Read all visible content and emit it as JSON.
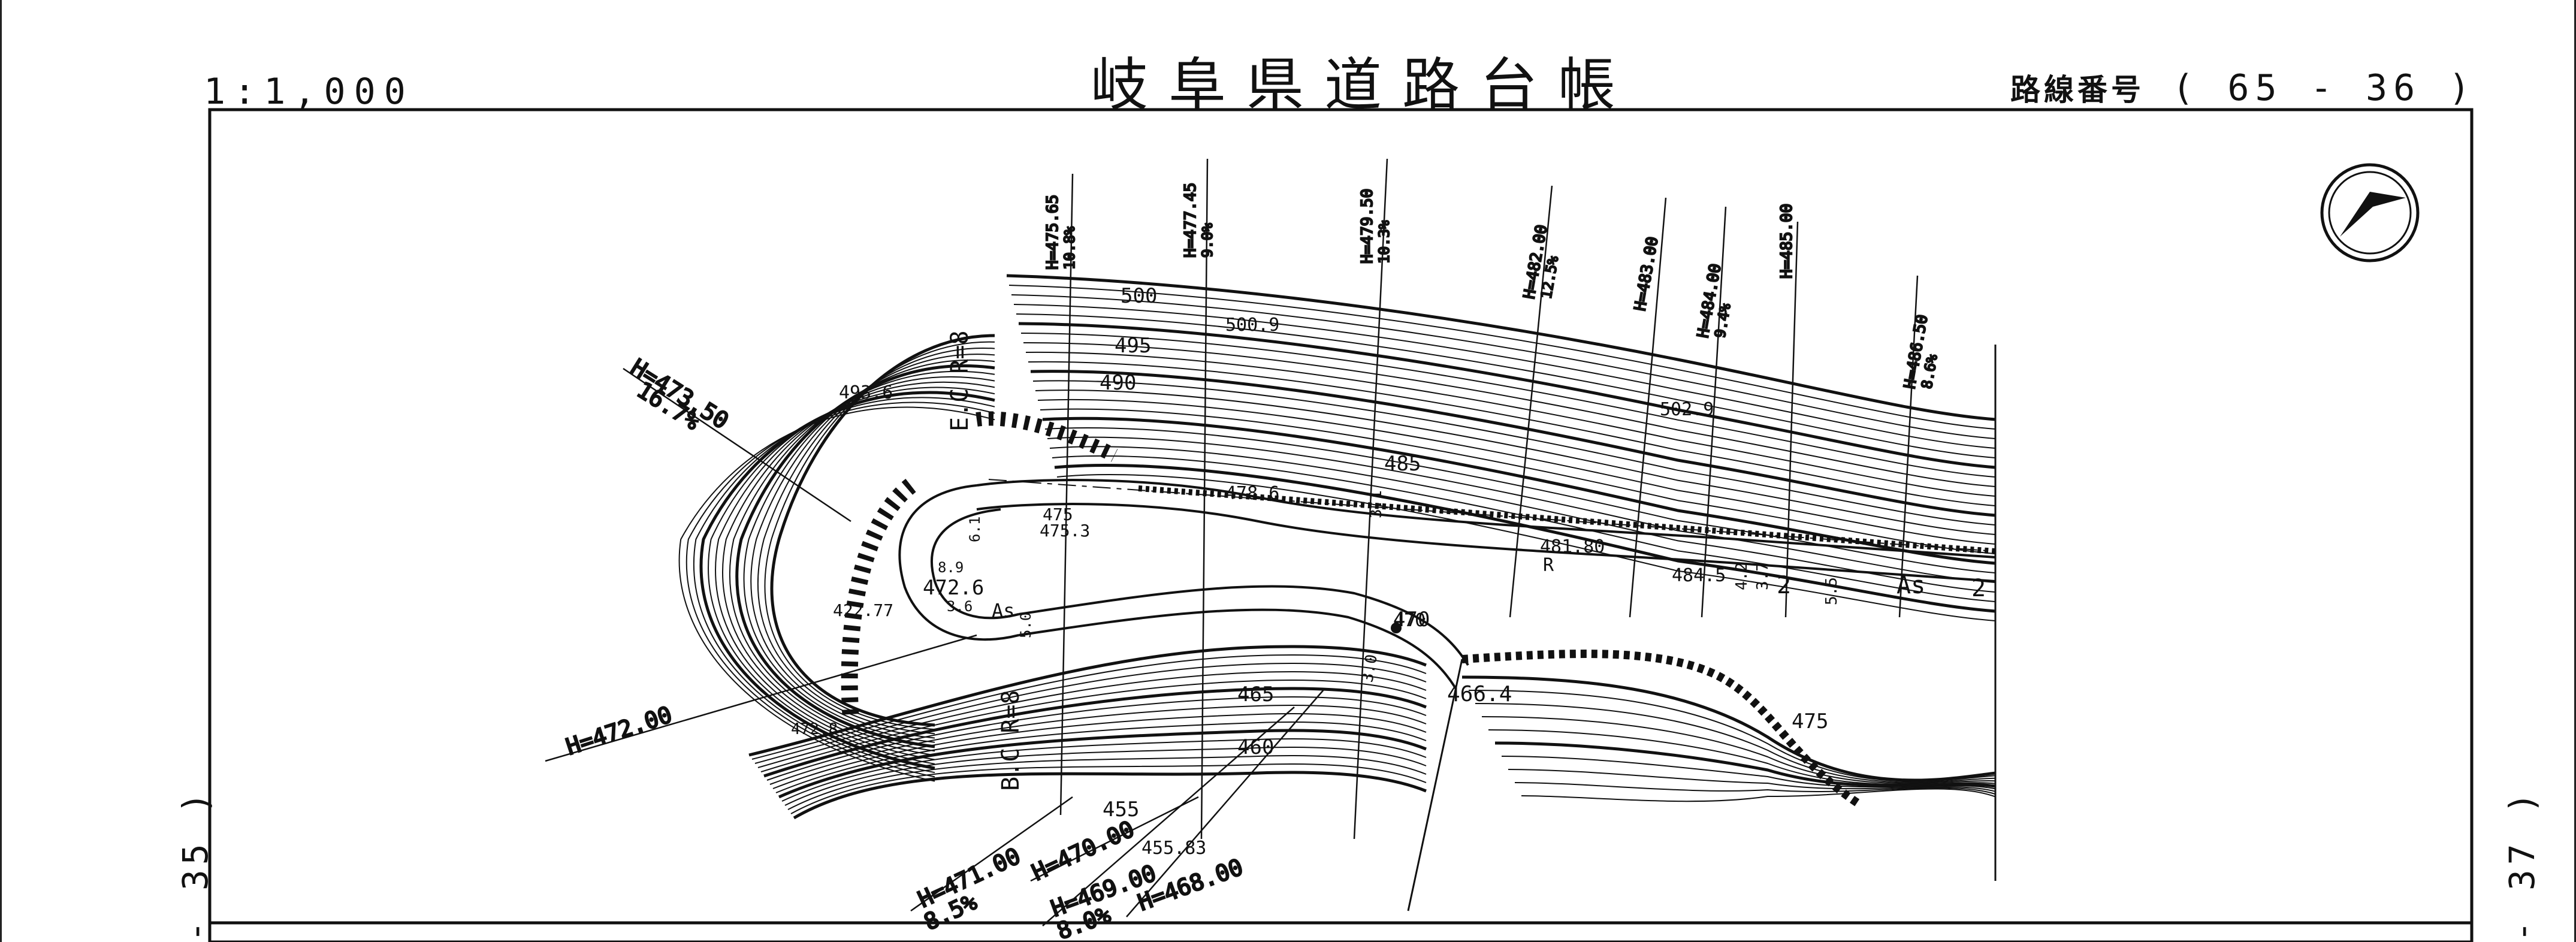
{
  "header": {
    "scale": "1:1,000",
    "title": "岐阜県道路台帳",
    "route_label": "路線番号",
    "route_value": "( 65 - 36 )"
  },
  "sheet_links": {
    "prev": "- 35 )",
    "next": "- 37 )"
  },
  "map": {
    "contour_labels": [
      "500",
      "495",
      "490",
      "485",
      "475",
      "470",
      "465",
      "460",
      "455"
    ],
    "spot_heights": [
      "493.6",
      "500.9",
      "502.9",
      "478.6",
      "475",
      "475.3",
      "472.6",
      "422.77",
      "472.8",
      "481.80",
      "484.5",
      "466.4",
      "455.83",
      "470"
    ],
    "road_marks": [
      "As",
      "As",
      "R",
      "2",
      "2",
      "3.0",
      "3.7",
      "4.2",
      "5.5",
      "3.1",
      "5.0",
      "6.1",
      "8.9",
      "3.6"
    ],
    "curve_labels": [
      "E.C R=8",
      "B.C R=8"
    ],
    "section_lines": [
      {
        "h": "H=473.50",
        "g": "16.7%"
      },
      {
        "h": "H=475.65",
        "g": "10.8%"
      },
      {
        "h": "H=477.45",
        "g": "9.0%"
      },
      {
        "h": "H=479.50",
        "g": "10.3%"
      },
      {
        "h": "H=482.00",
        "g": "12.5%"
      },
      {
        "h": "H=483.00",
        "g": ""
      },
      {
        "h": "H=484.00",
        "g": "9.4%"
      },
      {
        "h": "H=485.00",
        "g": ""
      },
      {
        "h": "H=486.50",
        "g": "8.6%"
      },
      {
        "h": "H=472.00",
        "g": ""
      },
      {
        "h": "H=471.00",
        "g": "8.5%"
      },
      {
        "h": "H=470.00",
        "g": ""
      },
      {
        "h": "H=469.00",
        "g": "8.0%"
      },
      {
        "h": "H=468.00",
        "g": ""
      }
    ],
    "north_symbol": "north-arrow"
  }
}
